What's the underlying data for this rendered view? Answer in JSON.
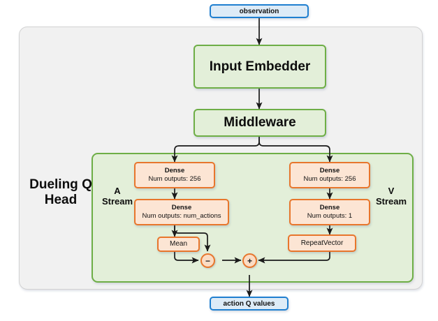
{
  "diagram": {
    "title": "Dueling Q Head",
    "colors": {
      "io_fill": "#ddebf7",
      "io_border": "#1f7fd0",
      "green_fill": "#e3efd9",
      "green_border": "#6eae46",
      "orange_fill": "#fce5d4",
      "orange_border": "#e8762c",
      "panel_fill": "#f1f1f1",
      "panel_border": "#d2d2d2",
      "wire": "#1a1a1a"
    },
    "io": {
      "input_label": "observation",
      "output_label": "action Q values"
    },
    "trunk": [
      {
        "label": "Input Embedder"
      },
      {
        "label": "Middleware"
      }
    ],
    "head_label": "Dueling Q Head",
    "streams": [
      {
        "name": "A Stream",
        "label_line1": "A",
        "label_line2": "Stream",
        "nodes": [
          {
            "title": "Dense",
            "sub": "Num outputs: 256"
          },
          {
            "title": "Dense",
            "sub": "Num outputs: num_actions"
          },
          {
            "title": "Mean",
            "sub": ""
          }
        ]
      },
      {
        "name": "V Stream",
        "label_line1": "V",
        "label_line2": "Stream",
        "nodes": [
          {
            "title": "Dense",
            "sub": "Num outputs: 256"
          },
          {
            "title": "Dense",
            "sub": "Num outputs: 1"
          },
          {
            "title": "RepeatVector",
            "sub": ""
          }
        ]
      }
    ],
    "operators": [
      {
        "symbol": "−",
        "name": "subtract"
      },
      {
        "symbol": "+",
        "name": "add"
      }
    ]
  }
}
